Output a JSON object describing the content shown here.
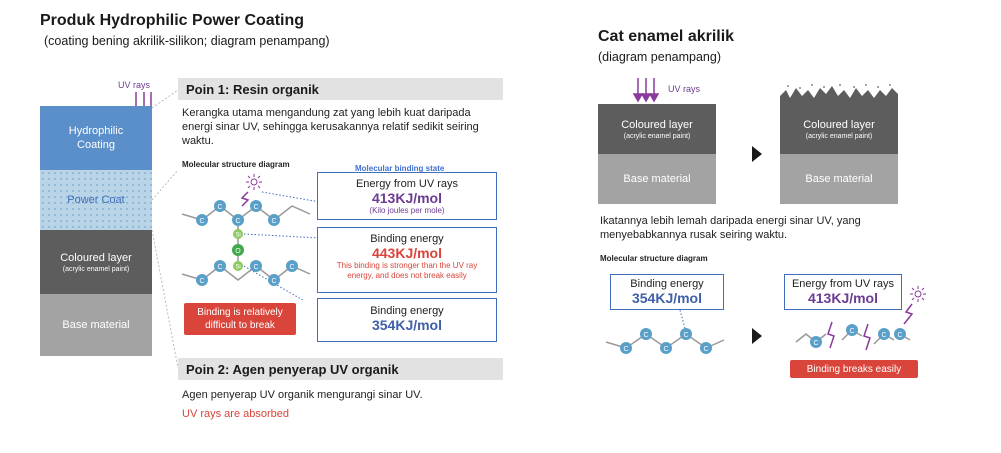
{
  "left": {
    "title": "Produk Hydrophilic Power Coating",
    "subtitle": "(coating bening akrilik-silikon; diagram penampang)",
    "uv_label": "UV rays",
    "layers": {
      "hydrophilic": "Hydrophilic Coating",
      "power_coat": "Power Coat",
      "coloured": "Coloured layer",
      "coloured_sub": "(acrylic enamel paint)",
      "base": "Base material"
    },
    "point1": {
      "header": "Poin 1: Resin organik",
      "text": "Kerangka utama mengandung zat yang lebih kuat daripada energi sinar UV, sehingga kerusakannya relatif sedikit seiring waktu.",
      "molecular_label": "Molecular structure diagram",
      "binding_state_label": "Molecular binding state",
      "box1_title": "Energy from UV rays",
      "box1_value": "413KJ/mol",
      "box1_sub": "(Kilo joules per mole)",
      "box2_title": "Binding energy",
      "box2_value": "443KJ/mol",
      "box2_sub": "This binding is stronger than the UV ray energy, and does not break easily",
      "box3_title": "Binding energy",
      "box3_value": "354KJ/mol",
      "badge": "Binding is relatively difficult to break"
    },
    "point2": {
      "header": "Poin 2: Agen penyerap UV organik",
      "text": "Agen penyerap UV organik mengurangi sinar UV.",
      "red": "UV rays are absorbed"
    }
  },
  "right": {
    "title": "Cat enamel akrilik",
    "subtitle": "(diagram penampang)",
    "uv_label": "UV rays",
    "coloured": "Coloured layer",
    "coloured_sub": "(acrylic enamel paint)",
    "base": "Base material",
    "text": "Ikatannya lebih lemah daripada energi sinar UV, yang menyebabkannya rusak seiring waktu.",
    "molecular_label": "Molecular structure diagram",
    "box1_title": "Binding energy",
    "box1_value": "354KJ/mol",
    "box2_title": "Energy from UV rays",
    "box2_value": "413KJ/mol",
    "badge": "Binding breaks easily"
  },
  "atoms": {
    "carbon": "C",
    "silicon": "Si",
    "oxygen": "O"
  },
  "colors": {
    "hydrophilic": "#5b8fc9",
    "power_coat": "#b9d4e6",
    "coloured": "#5d5d5d",
    "base": "#a3a3a3",
    "uv_purple": "#8a3a9a",
    "box_border": "#3f6fb8",
    "value_purple": "#6b3c93",
    "value_red": "#d9453a",
    "value_blue": "#3f5fa8",
    "atom_blue": "#5a9fc8",
    "atom_green": "#8dc860",
    "badge_red": "#d9453a"
  }
}
